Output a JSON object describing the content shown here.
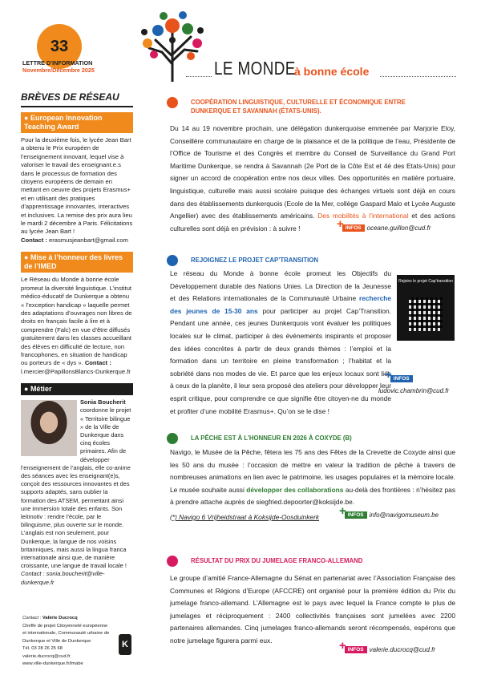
{
  "header": {
    "issue_number": "33",
    "newsletter_label": "LETTRE D’INFORMATION",
    "newsletter_date": "Novembre/Décembre 2025",
    "brand_main": "LE MONDE",
    "brand_sub": "à bonne école"
  },
  "sidebar": {
    "title": "BRÈVES DE RÉSEAU",
    "sections": [
      {
        "heading": "European Innovation Teaching Award",
        "text": "Pour la deuxième fois, le lycée Jean Bart a obtenu le Prix européen de l’enseignement innovant, lequel vise à valoriser le travail des enseignant.e.s dans le processus de formation des citoyens européens de demain en mettant en oeuvre des projets Erasmus+ et en utilisant des pratiques d’apprentissage innovantes, interactives et inclusives. La remise des prix aura lieu le mardi 2 décembre à Paris. Félicitations au lycée Jean Bart !",
        "contact_label": "Contact :",
        "contact": "erasmusjeanbart@gmail.com"
      },
      {
        "heading": "Mise à l’honneur des livres de l’IMED",
        "text": "Le Réseau du Monde à bonne école promeut la diversité linguistique. L’institut médico-éducatif de Dunkerque a obtenu « l’exception handicap » laquelle permet des adaptations d’ouvrages non libres de droits en français facile à lire et à comprendre (Falc) en vue d’être diffusés gratuitement dans les classes accueillant des élèves en difficulté de lecture, non francophones, en situation de handicap ou porteurs de « dys ».",
        "contact_label": "Contact :",
        "contact": "l.mercier@PapillonsBlancs-Dunkerque.fr"
      },
      {
        "heading": "Métier",
        "person": "Sonia Boucherit",
        "text": "coordonne le projet « Territoire bilingue » de la Ville de Dunkerque dans cinq écoles primaires. Afin de développer l’enseignement de l’anglais, elle co-anime des séances avec les enseignant(e)s, conçoit des ressources innovantes et des supports adaptés, sans oublier la formation des ATSEM, permettant ainsi une immersion totale des enfants. Son leitmotiv : rendre l’école, par le bilinguisme, plus ouverte sur le monde. L’anglais est non seulement, pour Dunkerque, la langue de nos voisins britanniques, mais aussi la lingua franca internationale ainsi que, de manière croissante, une langue de travail locale !",
        "contact": "Contact : sonia.boucherit@ville-dunkerque.fr"
      }
    ],
    "footer_contact": {
      "label": "Contact :",
      "name": "Valérie Ducrocq",
      "lines": [
        "Cheffe de projet Citoyenneté européenne",
        "et internationale, Communauté urbaine de",
        "Dunkerque et Ville de Dunkerque",
        "Tél. 03 28 26 25 68",
        "valerie.ducrocq@cud.fr",
        "www.ville-dunkerque.fr/lmabe"
      ],
      "logo_letter": "K"
    }
  },
  "articles": [
    {
      "title": "COOPÉRATION LINGUISTIQUE, CULTURELLE ET ÉCONOMIQUE ENTRE DUNKERQUE ET SAVANNAH (ÉTATS-UNIS).",
      "body_before": "Du 14 au 19 novembre prochain, une délégation dunkerquoise emmenée par Marjorie Eloy, Conseillère communautaire en charge de la plaisance et de la politique de l’eau, Présidente de l’Office de Tourisme et des Congrès et membre du Conseil de Surveillance du Grand Port Maritime Dunkerque, se rendra à Savannah (2e Port de la Côte Est et 4è des Etats-Unis) pour signer un accord de coopération entre nos deux villes. Des opportunités en matière portuaire, linguistique, culturelle mais aussi scolaire puisque des échanges virtuels sont déjà en cours dans des établissements dunkerquois (Ecole de la Mer, collège Gaspard Malo et Lycée Auguste Angellier) avec des établissements américains.",
      "highlight": "Des mobilités à l’international",
      "body_after": "et des actions culturelles sont déjà en prévision : à suivre !",
      "infos_label": "INFOS",
      "email": "oceane.guillon@cud.fr"
    },
    {
      "title": "REJOIGNEZ LE PROJET CAP’TRANSITION",
      "body_before": "Le réseau du Monde à bonne école promeut les Objectifs du Développement durable des Nations Unies. La Direction de la Jeunesse et des Relations internationales de la Communauté Urbaine",
      "highlight": "recherche des jeunes de 15-30 ans",
      "body_after": "pour participer au projet Cap’Transition. Pendant une année, ces jeunes Dunkerquois vont évaluer les politiques locales sur le climat, participer à des événements inspirants et proposer des idées concrètes à partir de deux grands thèmes : l’emploi et la formation dans un territoire en pleine transformation ; l’habitat et la sobriété dans nos modes de vie. Et parce que les enjeux locaux sont liés à ceux de la planète, il leur sera proposé des ateliers pour développer leur esprit critique, pour comprendre ce que signifie être citoyen-ne du monde et profiter d’une mobilité Erasmus+. Qu’on se le dise !",
      "qr_caption": "Rejoins le projet Cap’transition",
      "infos_label": "INFOS",
      "email": "ludovic.chambrin@cud.fr"
    },
    {
      "title": "LA PÊCHE EST À L’HONNEUR EN 2026 À COXYDE (B)",
      "body_before": "Navigo, le Musée de la Pêche, fêtera les 75 ans des Fêtes de la Crevette de Coxyde ainsi que les 50 ans du musée : l’occasion de mettre en valeur la tradition de pêche à travers de nombreuses animations en lien avec le patrimoine, les usages populaires et la mémoire locale. Le musée souhaite aussi",
      "highlight": "développer des collaborations",
      "body_after": "au-delà des frontières : n’hésitez pas à prendre attache auprès de siegfried.depoorter@koksijde.be.",
      "address": "(*) Navigo 6 Vrijheidstraat à Koksijde-Oosduinkerk",
      "infos_label": "INFOS",
      "email": "info@navigomuseum.be"
    },
    {
      "title": "RÉSULTAT DU PRIX DU JUMELAGE FRANCO-ALLEMAND",
      "body_before": "Le groupe d’amitié France-Allemagne du Sénat en partenariat avec l’Association Française des Communes et Régions d’Europe (AFCCRE) ont organisé pour la première édition du Prix du jumelage franco-allemand. L’Allemagne est le pays avec lequel la France compte le plus de jumelages et réciproquement : 2400 collectivités françaises sont jumelées avec 2200 partenaires allemandes. Cinq jumelages franco-allemands seront récompensés, espérons que notre jumelage figurera parmi eux.",
      "infos_label": "INFOS",
      "email": "valerie.ducrocq@cud.fr"
    }
  ],
  "colors": {
    "orange": "#f08a1c",
    "red_orange": "#e8531b",
    "blue": "#1f63b0",
    "green": "#2e7d32",
    "pink": "#d81b60"
  }
}
